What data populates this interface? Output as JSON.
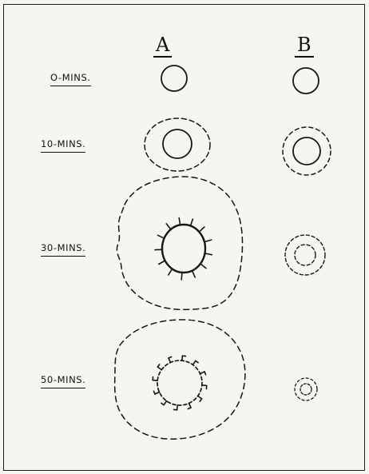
{
  "columns": {
    "a": "A",
    "b": "B"
  },
  "rows": [
    {
      "label": "O-MINS."
    },
    {
      "label": "10-MINS."
    },
    {
      "label": "30-MINS."
    },
    {
      "label": "50-MINS."
    }
  ]
}
